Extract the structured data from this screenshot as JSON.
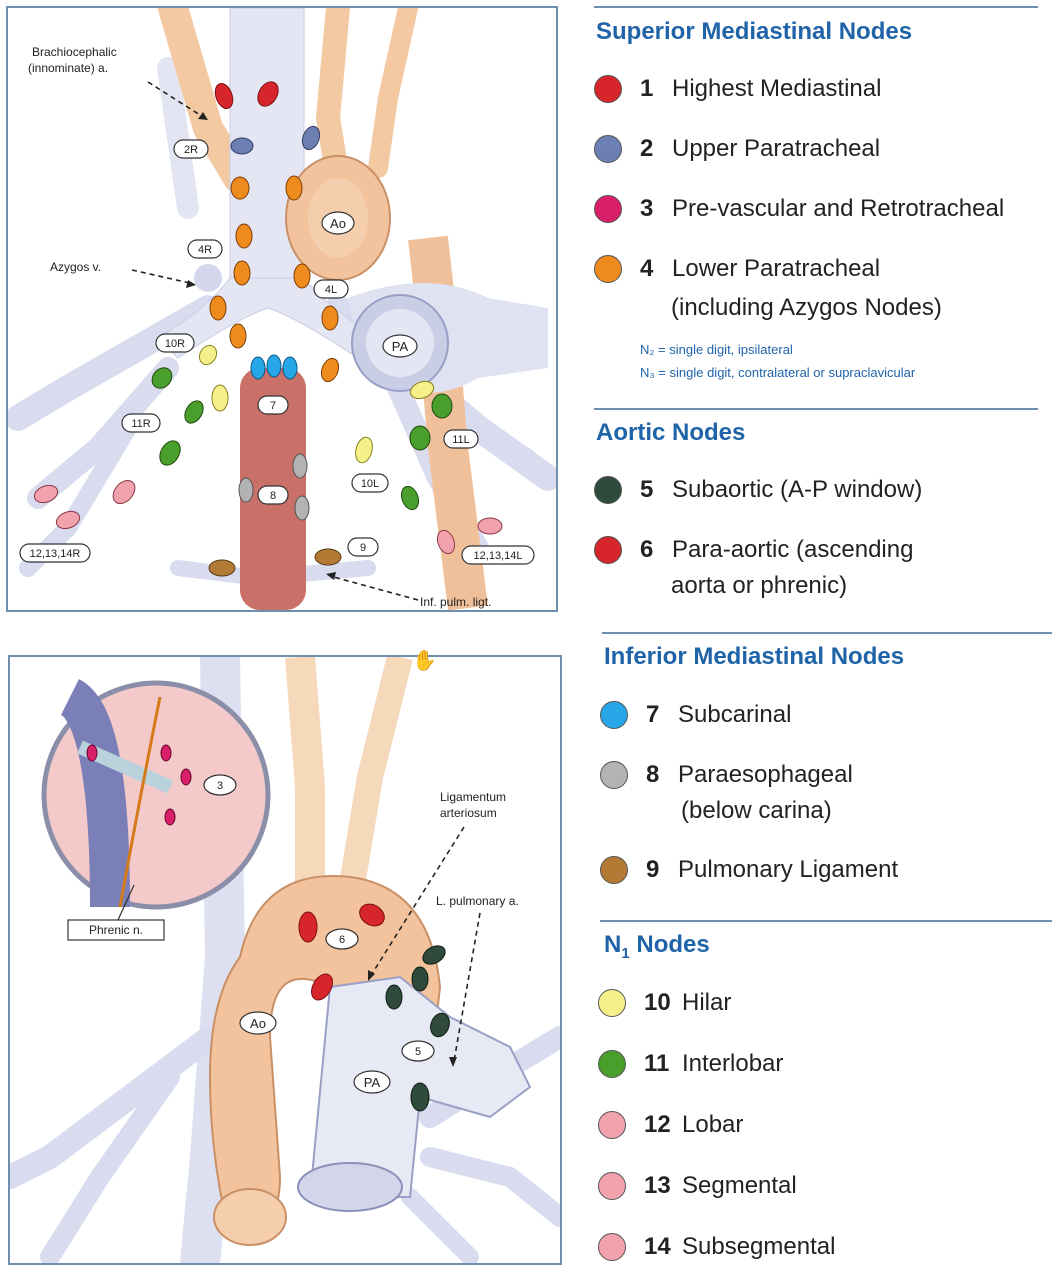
{
  "top_figure": {
    "callouts": {
      "brachiocephalic_line1": "Brachiocephalic",
      "brachiocephalic_line2": "(innominate) a.",
      "azygos": "Azygos v.",
      "inf_pulm": "Inf. pulm. ligt."
    },
    "tags": {
      "t2r": "2R",
      "t4r": "4R",
      "t4l": "4L",
      "t10r": "10R",
      "t11r": "11R",
      "t7": "7",
      "t8": "8",
      "t9": "9",
      "t10l": "10L",
      "t11l": "11L",
      "t12r": "12,13,14R",
      "t12l": "12,13,14L"
    },
    "vessels": {
      "ao": "Ao",
      "pa": "PA"
    }
  },
  "bottom_figure": {
    "callouts": {
      "lig_line1": "Ligamentum",
      "lig_line2": "arteriosum",
      "lpa": "L. pulmonary a.",
      "phrenic": "Phrenic n."
    },
    "tags": {
      "t3": "3",
      "t6": "6",
      "t5": "5"
    },
    "vessels": {
      "ao": "Ao",
      "pa": "PA"
    }
  },
  "legend": {
    "superior": {
      "title": "Superior Mediastinal Nodes",
      "items": [
        {
          "num": "1",
          "label": "Highest Mediastinal",
          "color": "#d7262b"
        },
        {
          "num": "2",
          "label": "Upper Paratracheal",
          "color": "#6b7fb3"
        },
        {
          "num": "3",
          "label": "Pre-vascular and Retrotracheal",
          "color": "#d91e6a"
        },
        {
          "num": "4",
          "label": "Lower Paratracheal",
          "label2": "(including Azygos Nodes)",
          "color": "#ef8a1c"
        }
      ],
      "note_n2": "N₂ = single digit, ipsilateral",
      "note_n3": "N₃ = single digit, contralateral or supraclavicular"
    },
    "aortic": {
      "title": "Aortic Nodes",
      "items": [
        {
          "num": "5",
          "label": "Subaortic (A-P window)",
          "color": "#2f4a3a"
        },
        {
          "num": "6",
          "label": "Para-aortic (ascending",
          "label2": "aorta or phrenic)",
          "color": "#d7262b"
        }
      ]
    },
    "inferior": {
      "title": "Inferior Mediastinal Nodes",
      "items": [
        {
          "num": "7",
          "label": "Subcarinal",
          "color": "#27a6e8"
        },
        {
          "num": "8",
          "label": "Paraesophageal",
          "label2": "(below carina)",
          "color": "#b3b3b3"
        },
        {
          "num": "9",
          "label": "Pulmonary Ligament",
          "color": "#b27a35"
        }
      ]
    },
    "n1": {
      "title_main": "N",
      "title_sub": "1",
      "title_rest": " Nodes",
      "items": [
        {
          "num": "10",
          "label": "Hilar",
          "color": "#f6f08a"
        },
        {
          "num": "11",
          "label": "Interlobar",
          "color": "#4a9f2c"
        },
        {
          "num": "12",
          "label": "Lobar",
          "color": "#f1a2ad"
        },
        {
          "num": "13",
          "label": "Segmental",
          "color": "#f1a2ad"
        },
        {
          "num": "14",
          "label": "Subsegmental",
          "color": "#f1a2ad"
        }
      ]
    },
    "colors": {
      "title": "#1f63a8",
      "rule": "#6f8fb0"
    }
  }
}
